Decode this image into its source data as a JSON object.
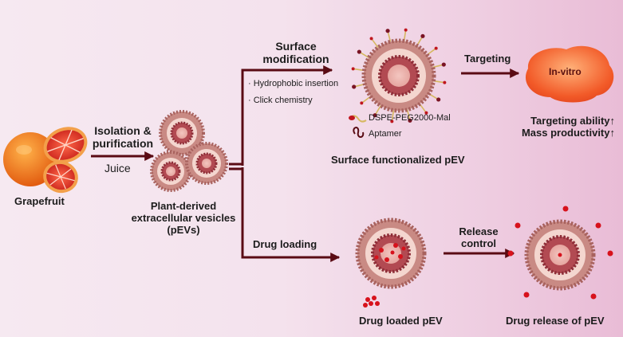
{
  "colors": {
    "arrow": "#5a0b14",
    "vesicle_outer": "#c98a84",
    "vesicle_core": "#a8404a",
    "drug": "#d7121c",
    "cell": "#f26a2a",
    "fruit": "#f07c1c"
  },
  "icons": [
    "grapefruit-icon",
    "vesicle-icon",
    "peg-lipid-icon",
    "aptamer-icon",
    "cell-icon",
    "drug-particle-icon"
  ],
  "left": {
    "source_label": "Grapefruit",
    "step_label_line1": "Isolation &",
    "step_label_line2": "purification",
    "step_sub_label": "Juice",
    "vesicle_label_line1": "Plant-derived",
    "vesicle_label_line2": "extracellular vesicles",
    "vesicle_label_line3": "(pEVs)"
  },
  "top_branch": {
    "title_line1": "Surface",
    "title_line2": "modification",
    "methods": [
      "· Hydrophobic insertion",
      "· Click chemistry"
    ],
    "legend": [
      "DSPE-PEG2000-Mal",
      "Aptamer"
    ],
    "product_label": "Surface functionalized pEV",
    "next_step": "Targeting",
    "cell_label": "In-vitro",
    "outcomes": [
      "Targeting ability↑",
      "Mass productivity↑"
    ]
  },
  "bottom_branch": {
    "title": "Drug loading",
    "product_label": "Drug loaded pEV",
    "next_step_line1": "Release",
    "next_step_line2": "control",
    "result_label": "Drug release of pEV"
  }
}
